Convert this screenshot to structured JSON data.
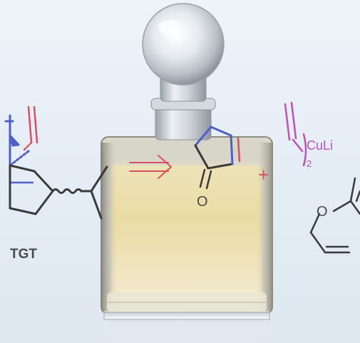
{
  "labels": {
    "target": "TGT",
    "reagent": "CuLi",
    "subscript": "2",
    "oxygen_ketone": "O",
    "oxygen_ring": "O",
    "plus": "+"
  },
  "colors": {
    "background": "#e6edf6",
    "skeleton": "#3a3a3a",
    "highlight_blue": "#5060c8",
    "highlight_red": "#d85060",
    "highlight_magenta": "#c050b8",
    "perfume": "#e9dba4"
  }
}
